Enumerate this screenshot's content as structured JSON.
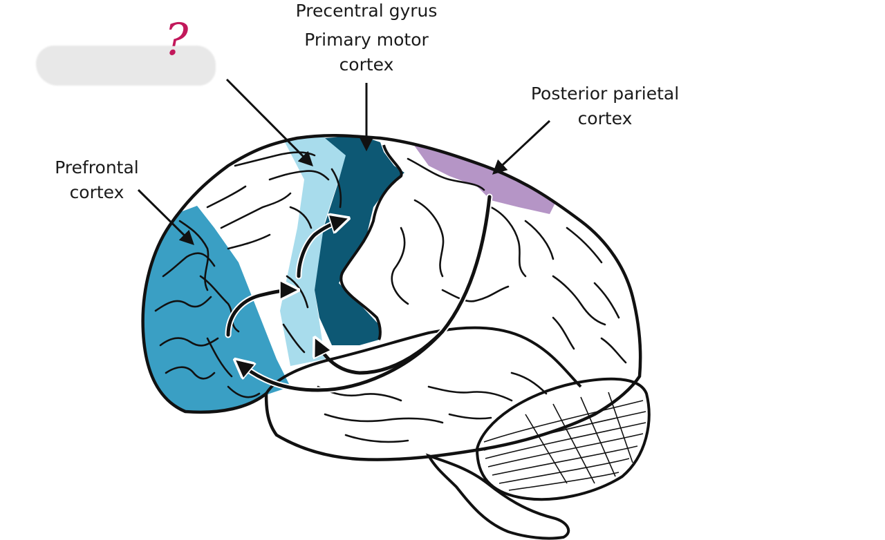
{
  "labels": {
    "precentral": "Precentral gyrus",
    "primary_motor_1": "Primary motor",
    "primary_motor_2": "cortex",
    "posterior_1": "Posterior parietal",
    "posterior_2": "cortex",
    "prefrontal_1": "Prefrontal",
    "prefrontal_2": "cortex",
    "annotation": "?"
  },
  "colors": {
    "prefrontal": "#3a9fc4",
    "premotor": "#a8dcec",
    "primary_motor": "#0d5874",
    "posterior_parietal": "#b595c6",
    "annotation": "#c2185b",
    "outline": "#111111",
    "redaction": "#e8e8e8"
  }
}
